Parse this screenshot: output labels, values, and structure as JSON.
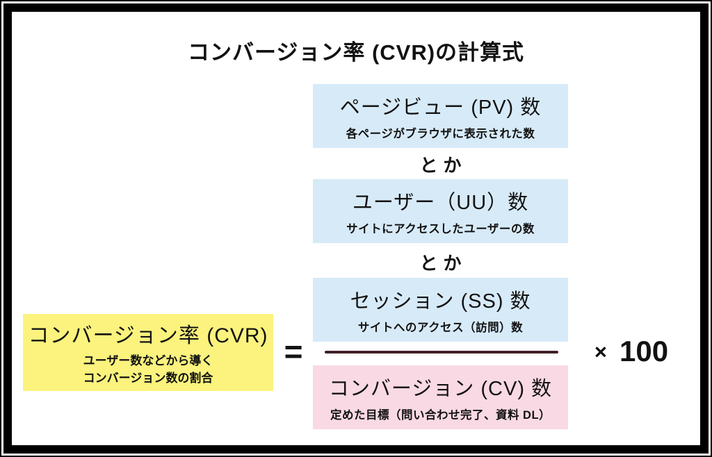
{
  "title": "コンバージョン率 (CVR)の計算式",
  "numerators": [
    {
      "label": "ページビュー (PV) 数",
      "desc": "各ページがブラウザに表示された数"
    },
    {
      "label": "ユーザー（UU）数",
      "desc": "サイトにアクセスしたユーザーの数"
    },
    {
      "label": "セッション (SS) 数",
      "desc": "サイトへのアクセス（訪問）数"
    }
  ],
  "or_labels": [
    "とか",
    "とか"
  ],
  "denominator": {
    "label": "コンバージョン (CV) 数",
    "desc": "定めた目標（問い合わせ完了、資料 DL）"
  },
  "result": {
    "label": "コンバージョン率 (CVR)",
    "desc_lines": [
      "ユーザー数などから導く",
      "コンバージョン数の割合"
    ]
  },
  "operators": {
    "equals": "=",
    "times": "×",
    "multiplier": "100"
  },
  "colors": {
    "numerator_bg": "#d7eaf8",
    "denominator_bg": "#f9d9e4",
    "result_bg": "#fbf37e",
    "fraction_bar": "#402127",
    "frame": "#000000",
    "text": "#121212"
  }
}
